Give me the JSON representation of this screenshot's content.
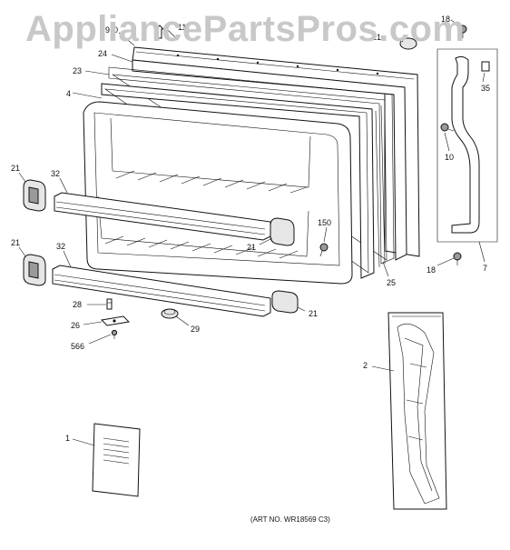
{
  "watermark": "AppliancePartsPros.com",
  "art_number": "(ART NO. WR18569 C3)",
  "callouts": [
    "9",
    "0",
    "11",
    "21",
    "18",
    "24",
    "23",
    "35",
    "4",
    "10",
    "21",
    "32",
    "150",
    "21",
    "21",
    "32",
    "25",
    "18",
    "7",
    "21",
    "28",
    "26",
    "29",
    "566",
    "2",
    "1"
  ]
}
